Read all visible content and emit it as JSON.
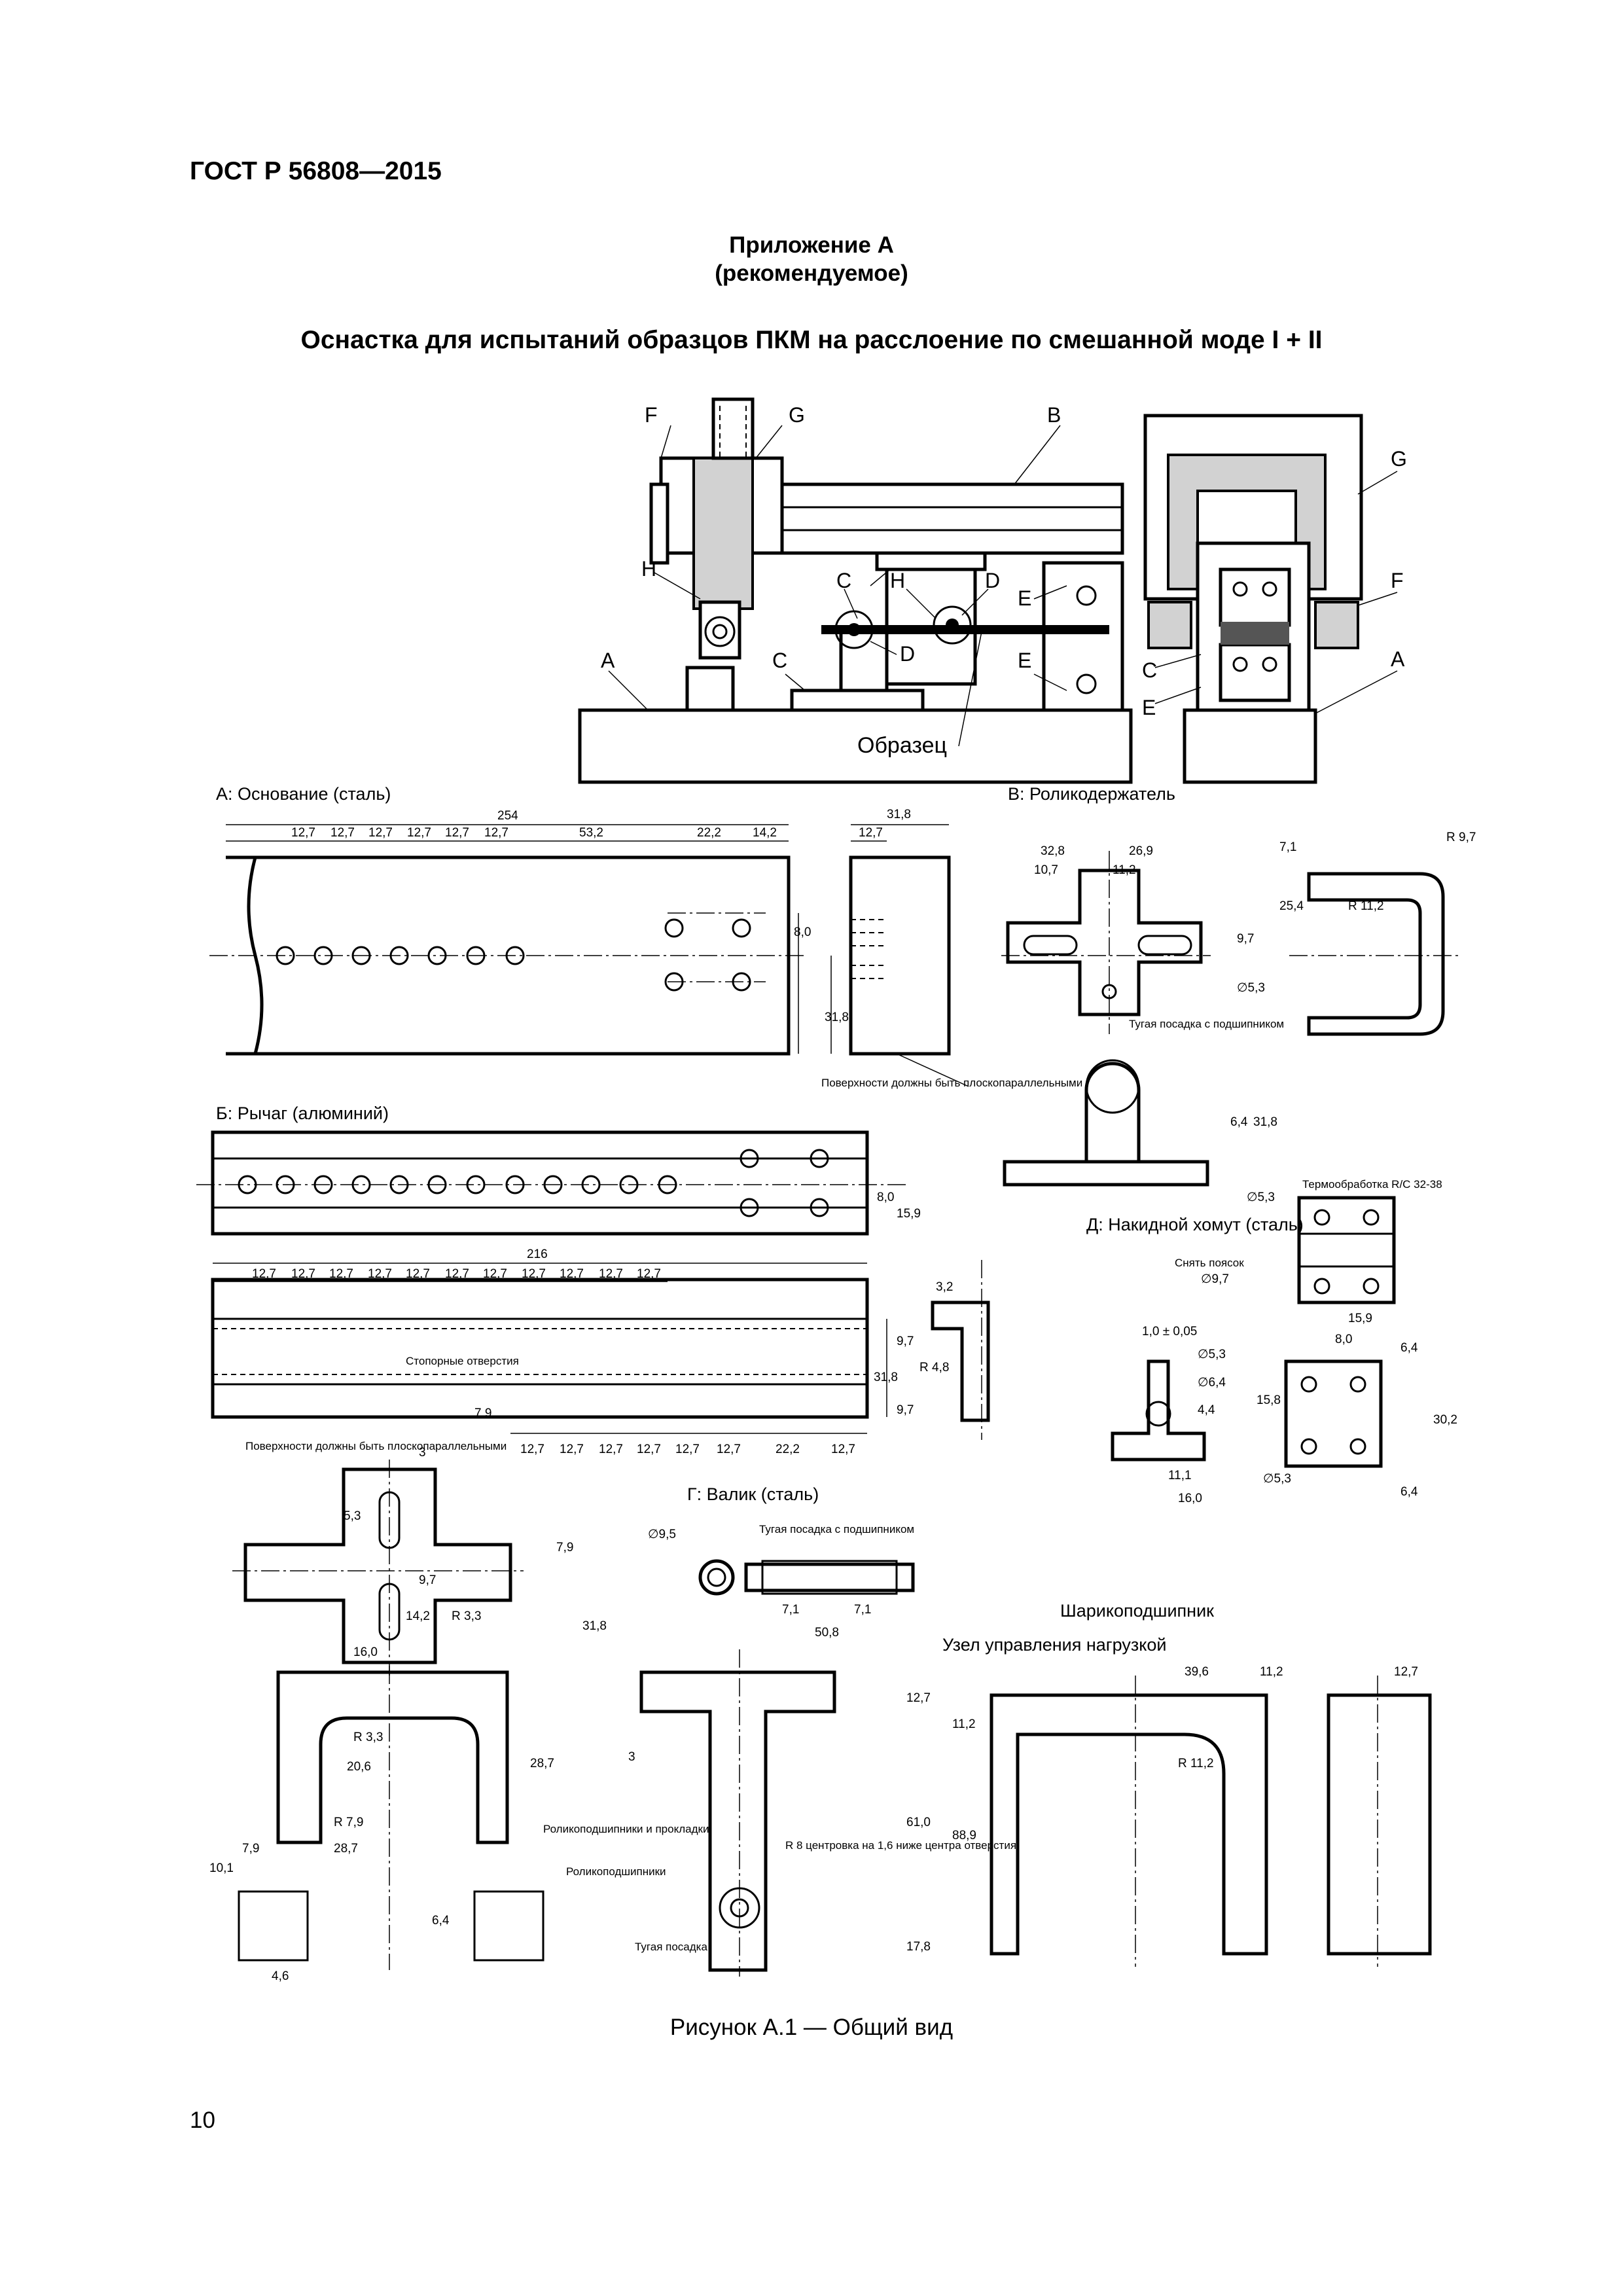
{
  "header": {
    "standard": "ГОСТ Р 56808—2015"
  },
  "appendix": {
    "title": "Приложение А",
    "status": "(рекомендуемое)"
  },
  "figure_title": "Оснастка для испытаний образцов ПКМ на расслоение по смешанной моде I + II",
  "assembly": {
    "labels": [
      "F",
      "G",
      "B",
      "H",
      "C",
      "H",
      "D",
      "E",
      "A",
      "C",
      "D",
      "E",
      "G",
      "F",
      "C",
      "E",
      "A"
    ],
    "specimen_label": "Образец"
  },
  "parts": {
    "a_base": {
      "title": "А: Основание (сталь)",
      "dims": [
        "254",
        "12,7",
        "12,7",
        "12,7",
        "12,7",
        "12,7",
        "12,7",
        "53,2",
        "22,2",
        "14,2",
        "31,8",
        "12,7",
        "8,0",
        "31,8"
      ],
      "note": "Поверхности должны быть плоскопараллельными"
    },
    "b_holder": {
      "title": "В: Роликодержатель",
      "dims": [
        "32,8",
        "26,9",
        "10,7",
        "11,2",
        "7,1",
        "25,4",
        "9,7",
        "R 9,7",
        "R 11,2",
        "∅5,3",
        "6,4",
        "31,8",
        "∅5,3"
      ],
      "note": "Тугая посадка с подшипником"
    },
    "b_lever": {
      "title": "Б: Рычаг (алюминий)",
      "dims": [
        "216",
        "12,7",
        "12,7",
        "12,7",
        "12,7",
        "12,7",
        "12,7",
        "12,7",
        "12,7",
        "12,7",
        "12,7",
        "12,7",
        "8,0",
        "15,9",
        "3,2",
        "9,7",
        "31,8",
        "9,7",
        "R 4,8",
        "7,9",
        "12,7",
        "12,7",
        "12,7",
        "12,7",
        "12,7",
        "12,7",
        "22,2",
        "12,7"
      ],
      "stop_holes": "Стопорные отверстия",
      "note": "Поверхности должны быть плоскопараллельными",
      "roughness": "3"
    },
    "d_clamp": {
      "title": "Д: Накидной хомут (сталь)",
      "heat_treatment": "Термообработка R/C 32-38",
      "chamfer": "Снять поясок",
      "dims": [
        "∅9,7",
        "1,0 ± 0,05",
        "∅5,3",
        "∅6,4",
        "4,4",
        "11,1",
        "16,0",
        "15,9",
        "8,0",
        "6,4",
        "15,8",
        "30,2",
        "∅5,3",
        "6,4"
      ]
    },
    "c_lever_part": {
      "dims": [
        "5,3",
        "7,9",
        "9,7",
        "14,2",
        "R 3,3",
        "16,0",
        "31,8",
        "R 3,3",
        "20,6",
        "28,7",
        "R 7,9",
        "28,7",
        "7,9",
        "10,1",
        "6,4",
        "4,6"
      ],
      "bearings_note": "Роликоподшипники и прокладки"
    },
    "g_roller": {
      "title": "Г: Валик (сталь)",
      "dims": [
        "∅9,5",
        "7,1",
        "7,1",
        "50,8",
        "12,7",
        "61,0",
        "17,8"
      ],
      "fit_note": "Тугая посадка с подшипником",
      "center_note": "R 8 центровка на 1,6 ниже центра отверстия",
      "bearings": "Роликоподшипники",
      "tight": "Тугая посадка",
      "roughness": "3"
    },
    "load_unit": {
      "ball_bearing": "Шарикоподшипник",
      "title": "Узел управления нагрузкой",
      "dims": [
        "39,6",
        "11,2",
        "12,7",
        "11,2",
        "R 11,2",
        "88,9"
      ]
    }
  },
  "caption": "Рисунок А.1 — Общий вид",
  "page_number": "10"
}
